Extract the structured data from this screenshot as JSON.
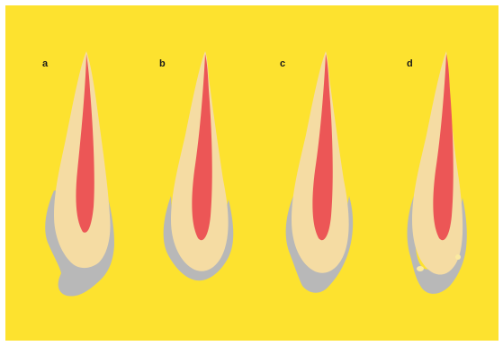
{
  "figure": {
    "panels": [
      {
        "label": "a"
      },
      {
        "label": "b"
      },
      {
        "label": "c"
      },
      {
        "label": "d"
      }
    ]
  },
  "colors": {
    "background": "#fde22f",
    "tooth": "#f5dca3",
    "pulp": "#ec5656",
    "restoration": "#b8b8b8",
    "defect": "#fbeaa0"
  }
}
